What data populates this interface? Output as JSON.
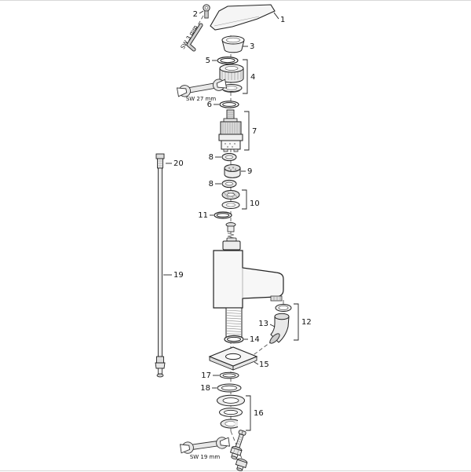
{
  "diagram": {
    "kind": "exploded-parts-diagram",
    "labels": {
      "p1": "1",
      "p2": "2",
      "p3": "3",
      "p4": "4",
      "p5": "5",
      "p6": "6",
      "p7": "7",
      "p8": "8",
      "p9": "9",
      "p10": "10",
      "p11": "11",
      "p12": "12",
      "p13": "13",
      "p14": "14",
      "p15": "15",
      "p16": "16",
      "p17": "17",
      "p18": "18",
      "p19": "19",
      "p20": "20",
      "sw3": "SW 3 mm",
      "sw27": "SW 27 mm",
      "sw19": "SW 19 mm"
    },
    "colors": {
      "line": "#222222",
      "metal": "#e8e8e8",
      "background": "#ffffff"
    }
  }
}
